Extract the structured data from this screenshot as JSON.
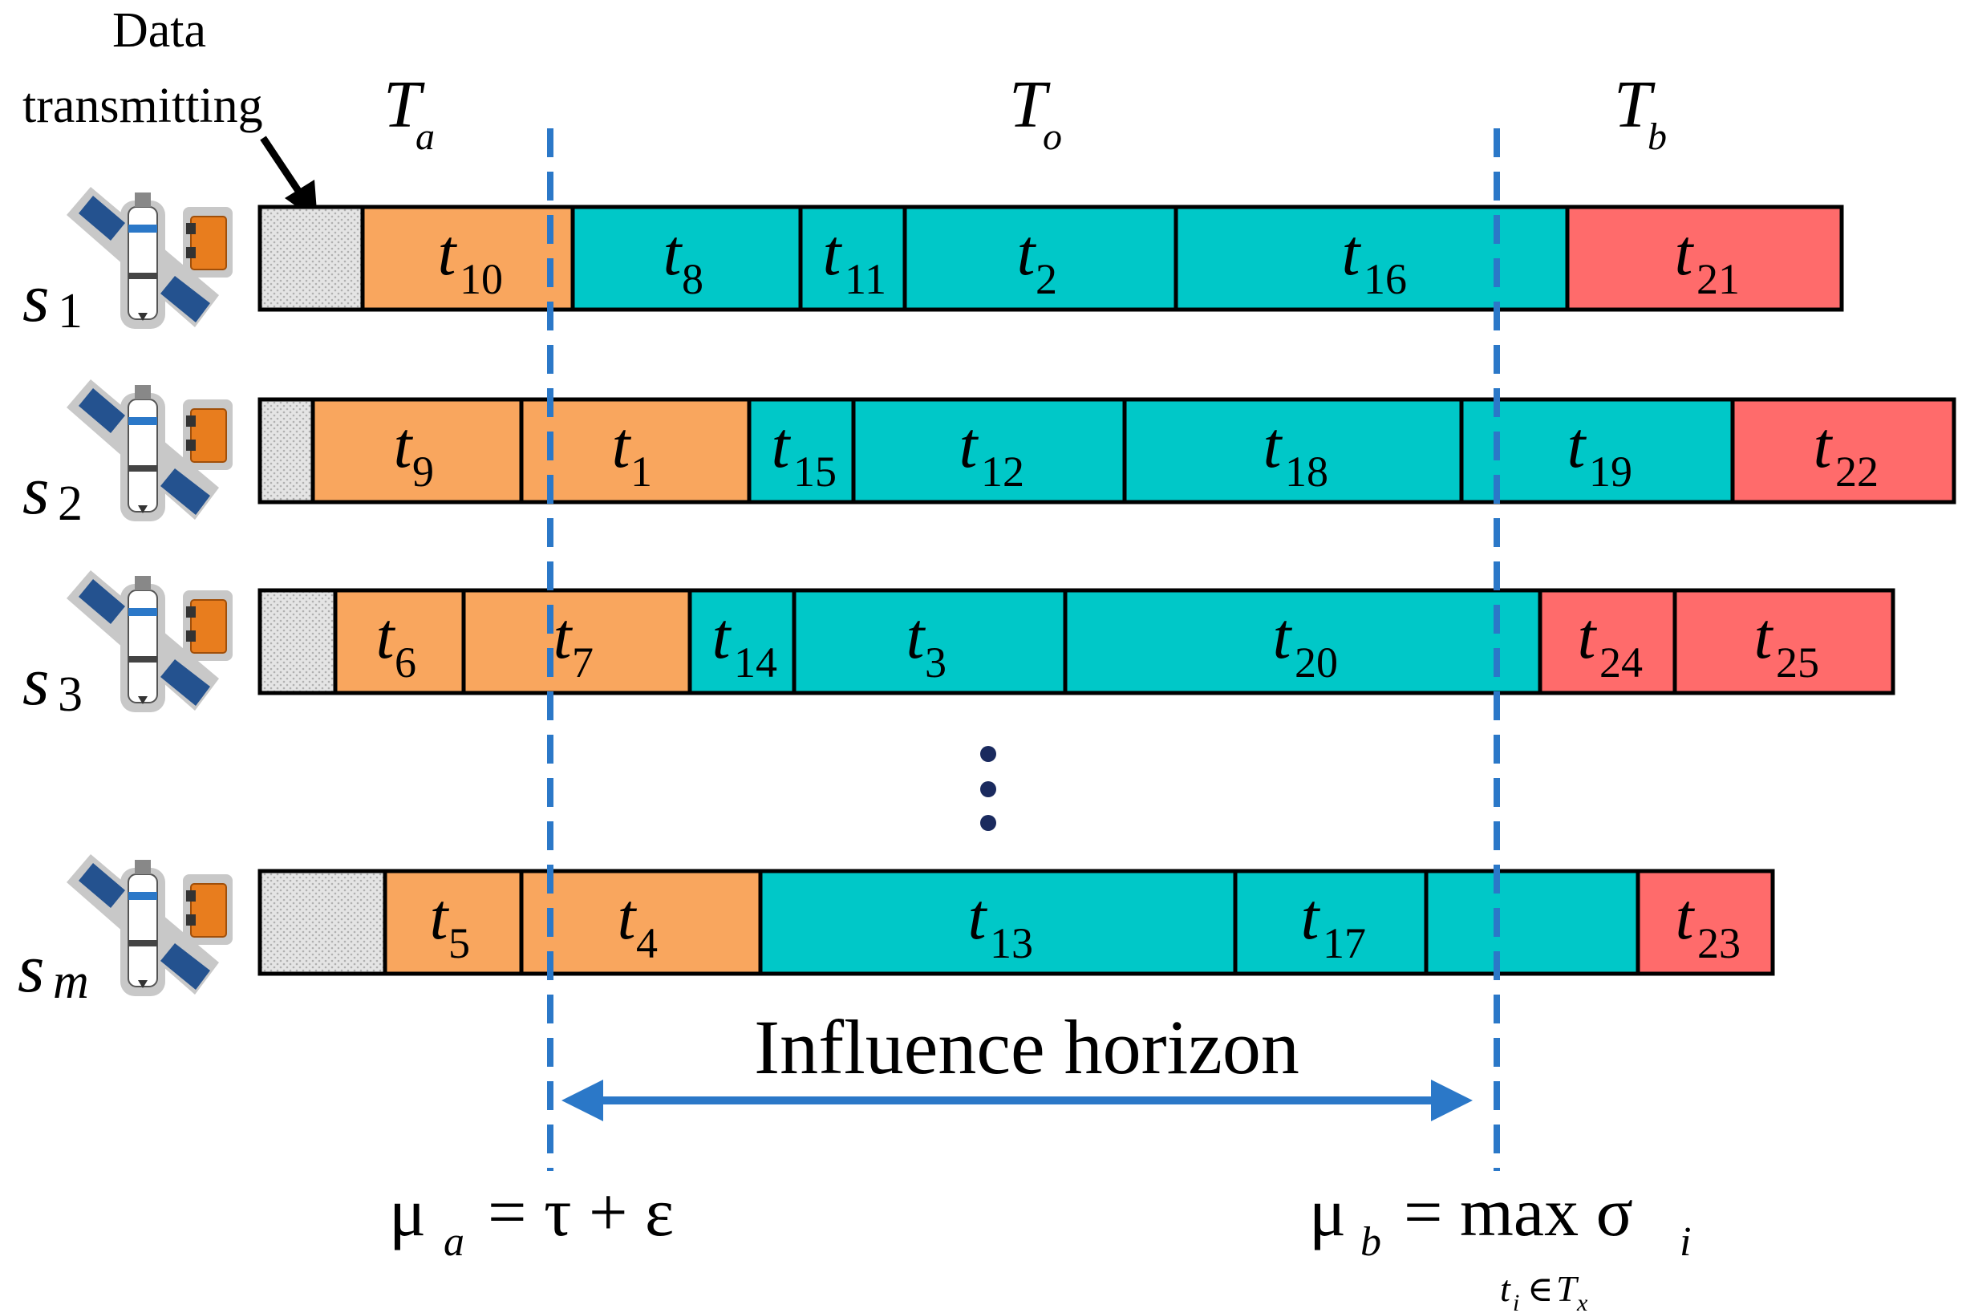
{
  "annotation": {
    "line1": "Data",
    "line2": "transmitting"
  },
  "phase_labels": [
    {
      "letter": "T",
      "sub": "a"
    },
    {
      "letter": "T",
      "sub": "o"
    },
    {
      "letter": "T",
      "sub": "b"
    }
  ],
  "satellites": [
    {
      "label": "s",
      "sub": "1",
      "tasks": [
        "10",
        "8",
        "11",
        "2",
        "16",
        "21"
      ]
    },
    {
      "label": "s",
      "sub": "2",
      "tasks": [
        "9",
        "1",
        "15",
        "12",
        "18",
        "19",
        "22"
      ]
    },
    {
      "label": "s",
      "sub": "3",
      "tasks": [
        "6",
        "7",
        "14",
        "3",
        "20",
        "24",
        "25"
      ]
    },
    {
      "label": "s",
      "sub": "m",
      "tasks": [
        "5",
        "4",
        "13",
        "17",
        "",
        "23"
      ]
    }
  ],
  "horizon_label": "Influence horizon",
  "formula_a": {
    "mu": "μ",
    "sub": "a",
    "rhs": "= τ + ε"
  },
  "formula_b": {
    "mu": "μ",
    "sub": "b",
    "rhs": "= max σ",
    "sigma_sub": "i",
    "under_t": "t",
    "under_i": "i",
    "under_in": "∈",
    "under_T": "T",
    "under_x": "x"
  },
  "colors": {
    "phase_a": "#F9A65E",
    "phase_o": "#00C8C8",
    "phase_b": "#FF6B6B",
    "transmit": "#E0E0E0",
    "guide_line": "#2B78C8"
  },
  "icons": {
    "satellite": "satellite-icon"
  }
}
